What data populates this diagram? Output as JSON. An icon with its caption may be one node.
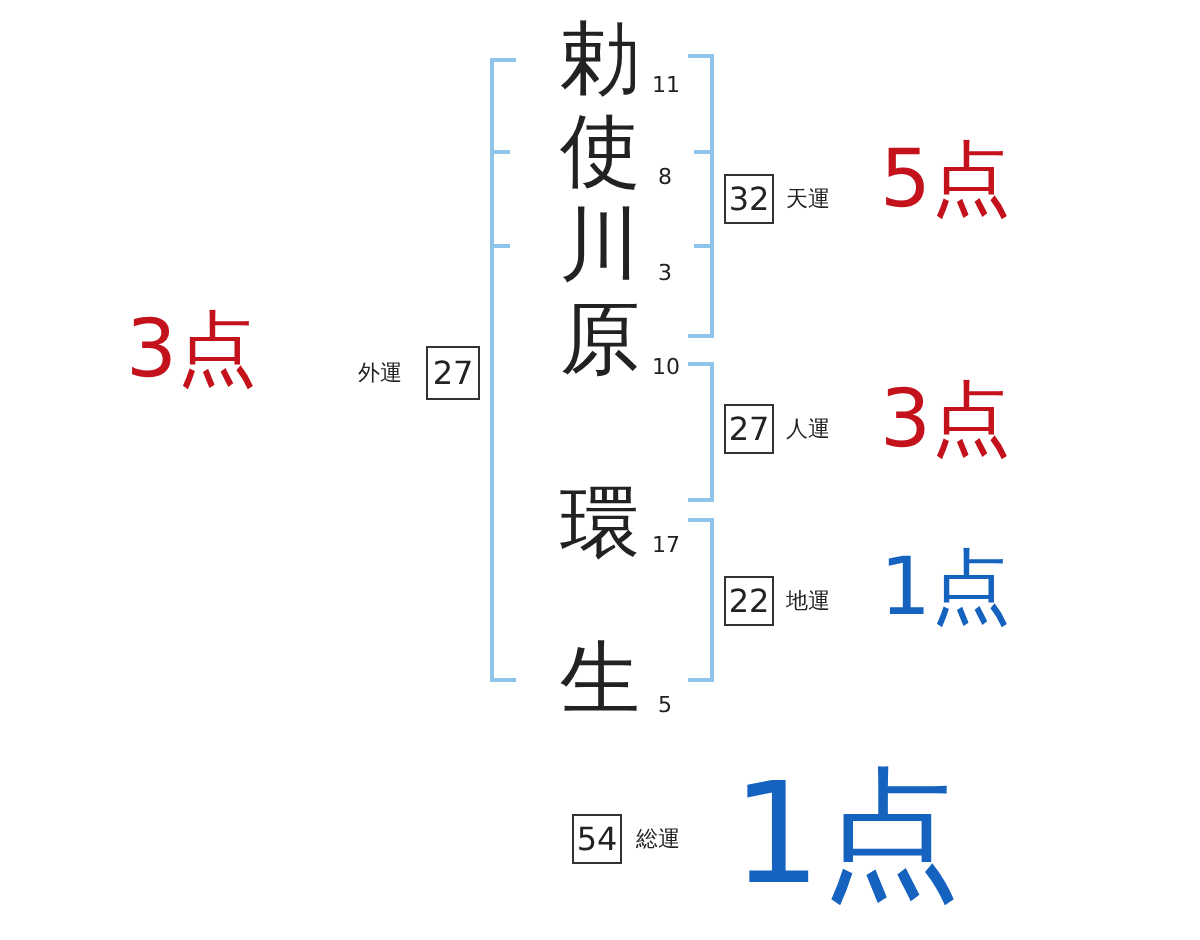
{
  "diagram": {
    "nodes": [
      {
        "text": [
          "32"
        ],
        "beside": [
          "天運",
          "5点"
        ]
      },
      {
        "text": [
          "27"
        ],
        "beside": [
          "人運",
          "3点"
        ]
      },
      {
        "text": [
          "22"
        ],
        "beside": [
          "地運",
          "1点"
        ]
      },
      {
        "text": [
          "27"
        ],
        "beside": [
          "外運",
          "3点"
        ]
      },
      {
        "text": [
          "54"
        ],
        "beside": [
          "総運",
          "1点"
        ]
      }
    ],
    "labels": [
      "勅",
      "11",
      "使",
      "8",
      "川",
      "3",
      "原",
      "10",
      "環",
      "17",
      "生",
      "5"
    ]
  }
}
